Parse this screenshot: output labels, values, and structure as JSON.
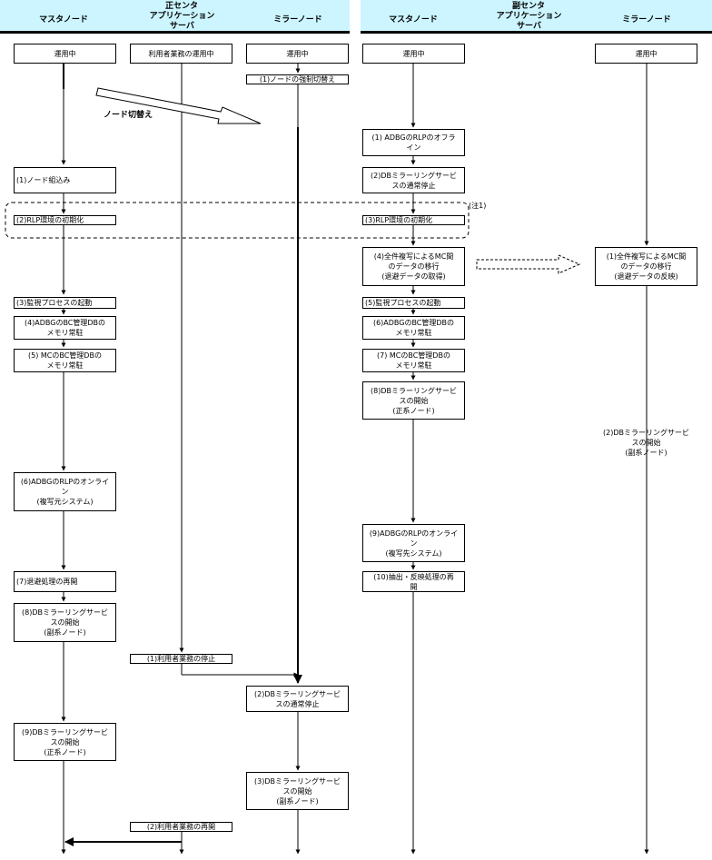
{
  "headers": {
    "main_center": "正センタ",
    "sub_center": "副センタ",
    "master_node_1": "マスタノード",
    "app_server_1": "アプリケーション\nサーバ",
    "mirror_node_1": "ミラーノード",
    "master_node_2": "マスタノード",
    "app_server_2": "アプリケーション\nサーバ",
    "mirror_node_2": "ミラーノード"
  },
  "labels": {
    "node_switch": "ノード切替え",
    "note1": "(注1)"
  },
  "boxes": {
    "m1_running": "運用中",
    "a1_running": "利用者業務の運用中",
    "r1_running": "運用中",
    "r1_force_switch": "(1)ノードの強制切替え",
    "m1_node_incorp": "(1)ノード組込み",
    "m1_rlp_init": "(2)RLP環境の初期化",
    "m1_monitor": "(3)監視プロセスの起動",
    "m1_adbg_bc": "(4)ADBGのBC管理DBの\nメモリ常駐",
    "m1_mc_bc": "(5) MCのBC管理DBの\nメモリ常駐",
    "m1_adbg_online": "(6)ADBGのRLPのオンライ\nン\n(複写元システム)",
    "m1_resume_evac": "(7)退避処理の再開",
    "m1_db_mirror_8": "(8)DBミラーリングサービ\nスの開始\n(副系ノード)",
    "a1_stop_user": "(1)利用者業務の停止",
    "r1_db_normal_stop": "(2)DBミラーリングサービ\nスの通常停止",
    "m1_db_mirror_9": "(9)DBミラーリングサービ\nスの開始\n(正系ノード)",
    "r1_db_mirror_3": "(3)DBミラーリングサービ\nスの開始\n(副系ノード)",
    "a1_resume_user": "(2)利用者業務の再開",
    "m2_running": "運用中",
    "r2_running": "運用中",
    "m2_adbg_offline": "(1) ADBGのRLPのオフラ\nイン",
    "m2_db_normal_stop": "(2)DBミラーリングサービ\nスの通常停止",
    "m2_rlp_init": "(3)RLP環境の初期化",
    "m2_full_copy": "(4)全件複写によるMC間\nのデータの移行\n(退避データの取得)",
    "r2_full_copy": "(1)全件複写によるMC間\nのデータの移行\n(退避データの反映)",
    "m2_monitor": "(5)監視プロセスの起動",
    "m2_adbg_bc": "(6)ADBGのBC管理DBの\nメモリ常駐",
    "m2_mc_bc": "(7) MCのBC管理DBの\nメモリ常駐",
    "m2_db_mirror_8": "(8)DBミラーリングサービ\nスの開始\n(正系ノード)",
    "r2_db_mirror_2": "(2)DBミラーリングサービ\nスの開始\n(副系ノード)",
    "m2_adbg_online": "(9)ADBGのRLPのオンライ\nン\n(複写先システム)",
    "m2_extract": "(10)抽出・反映処理の再\n開"
  }
}
